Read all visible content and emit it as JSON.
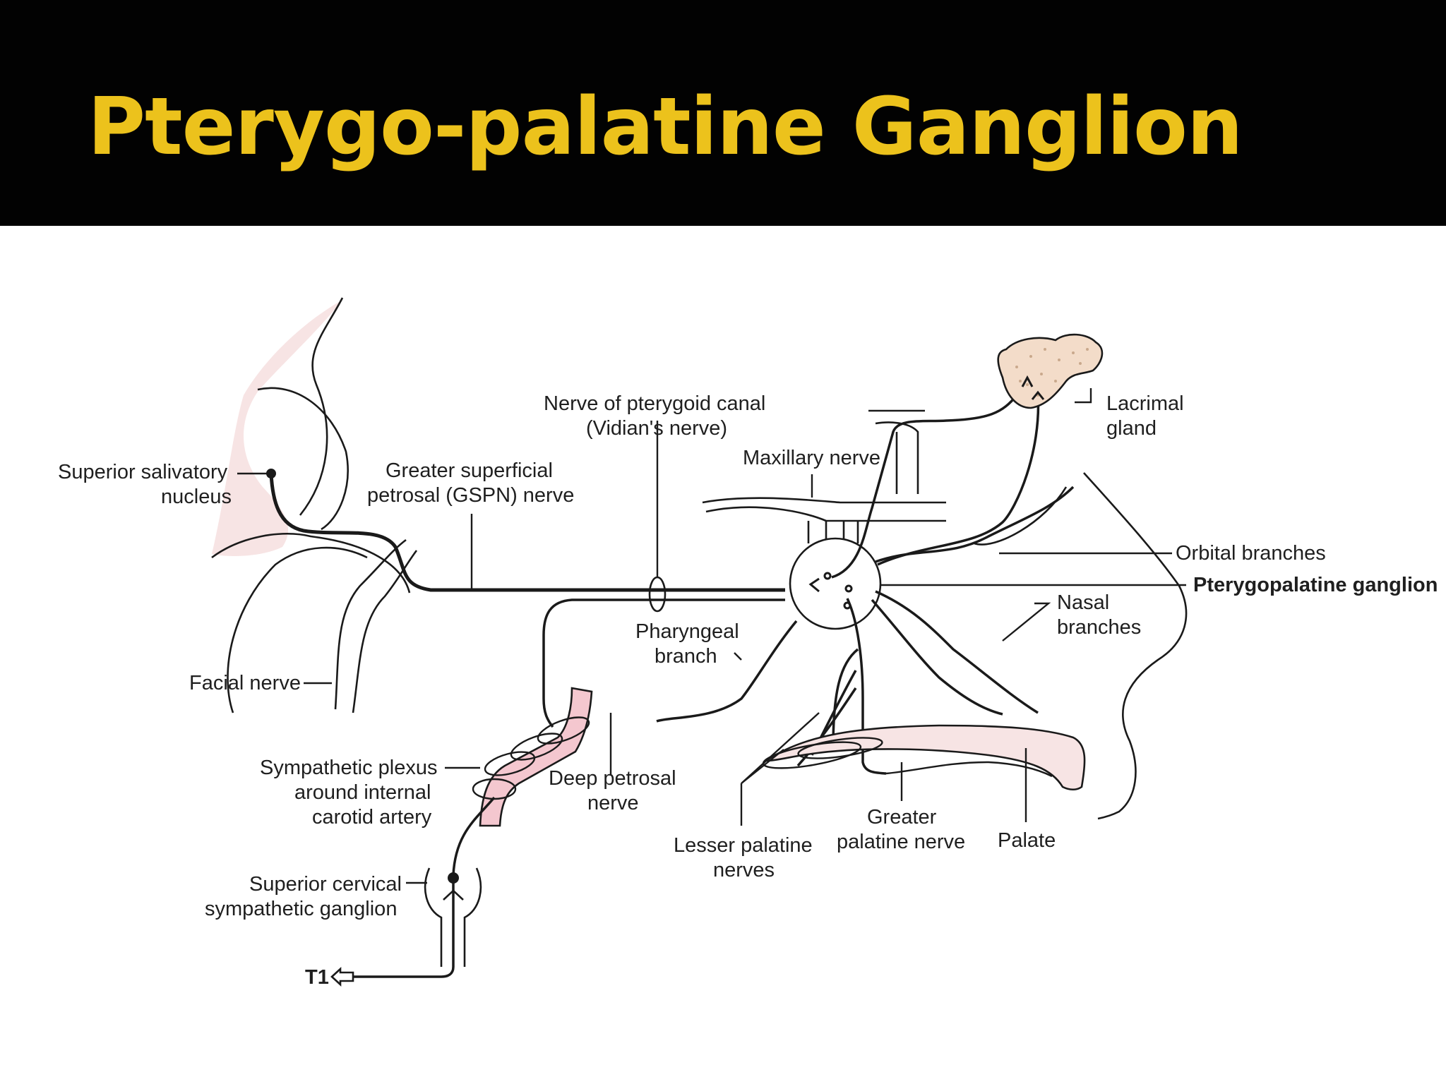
{
  "slide": {
    "title": "Pterygo-palatine Ganglion",
    "title_color": "#ecc21c",
    "title_bar_color": "#020202"
  },
  "diagram": {
    "line_color": "#1a1a1a",
    "tissue_color": "#f7e4e4",
    "artery_color": "#f4c7cf",
    "gland_color": "#f3dcc9",
    "labels": {
      "superior_salivatory_1": "Superior salivatory",
      "superior_salivatory_2": "nucleus",
      "gspn_1": "Greater superficial",
      "gspn_2": "petrosal (GSPN) nerve",
      "vidian_1": "Nerve of pterygoid canal",
      "vidian_2": "(Vidian's nerve)",
      "maxillary": "Maxillary nerve",
      "lacrimal_1": "Lacrimal",
      "lacrimal_2": "gland",
      "orbital": "Orbital branches",
      "ganglion": "Pterygopalatine ganglion",
      "nasal_1": "Nasal",
      "nasal_2": "branches",
      "pharyngeal_1": "Pharyngeal",
      "pharyngeal_2": "branch",
      "facial": "Facial nerve",
      "sympathetic_1": "Sympathetic plexus",
      "sympathetic_2": "around internal",
      "sympathetic_3": "carotid artery",
      "deep_petrosal_1": "Deep petrosal",
      "deep_petrosal_2": "nerve",
      "lesser_palatine_1": "Lesser palatine",
      "lesser_palatine_2": "nerves",
      "greater_palatine_1": "Greater",
      "greater_palatine_2": "palatine nerve",
      "palate": "Palate",
      "cervical_1": "Superior cervical",
      "cervical_2": "sympathetic ganglion",
      "t1": "T1"
    }
  }
}
